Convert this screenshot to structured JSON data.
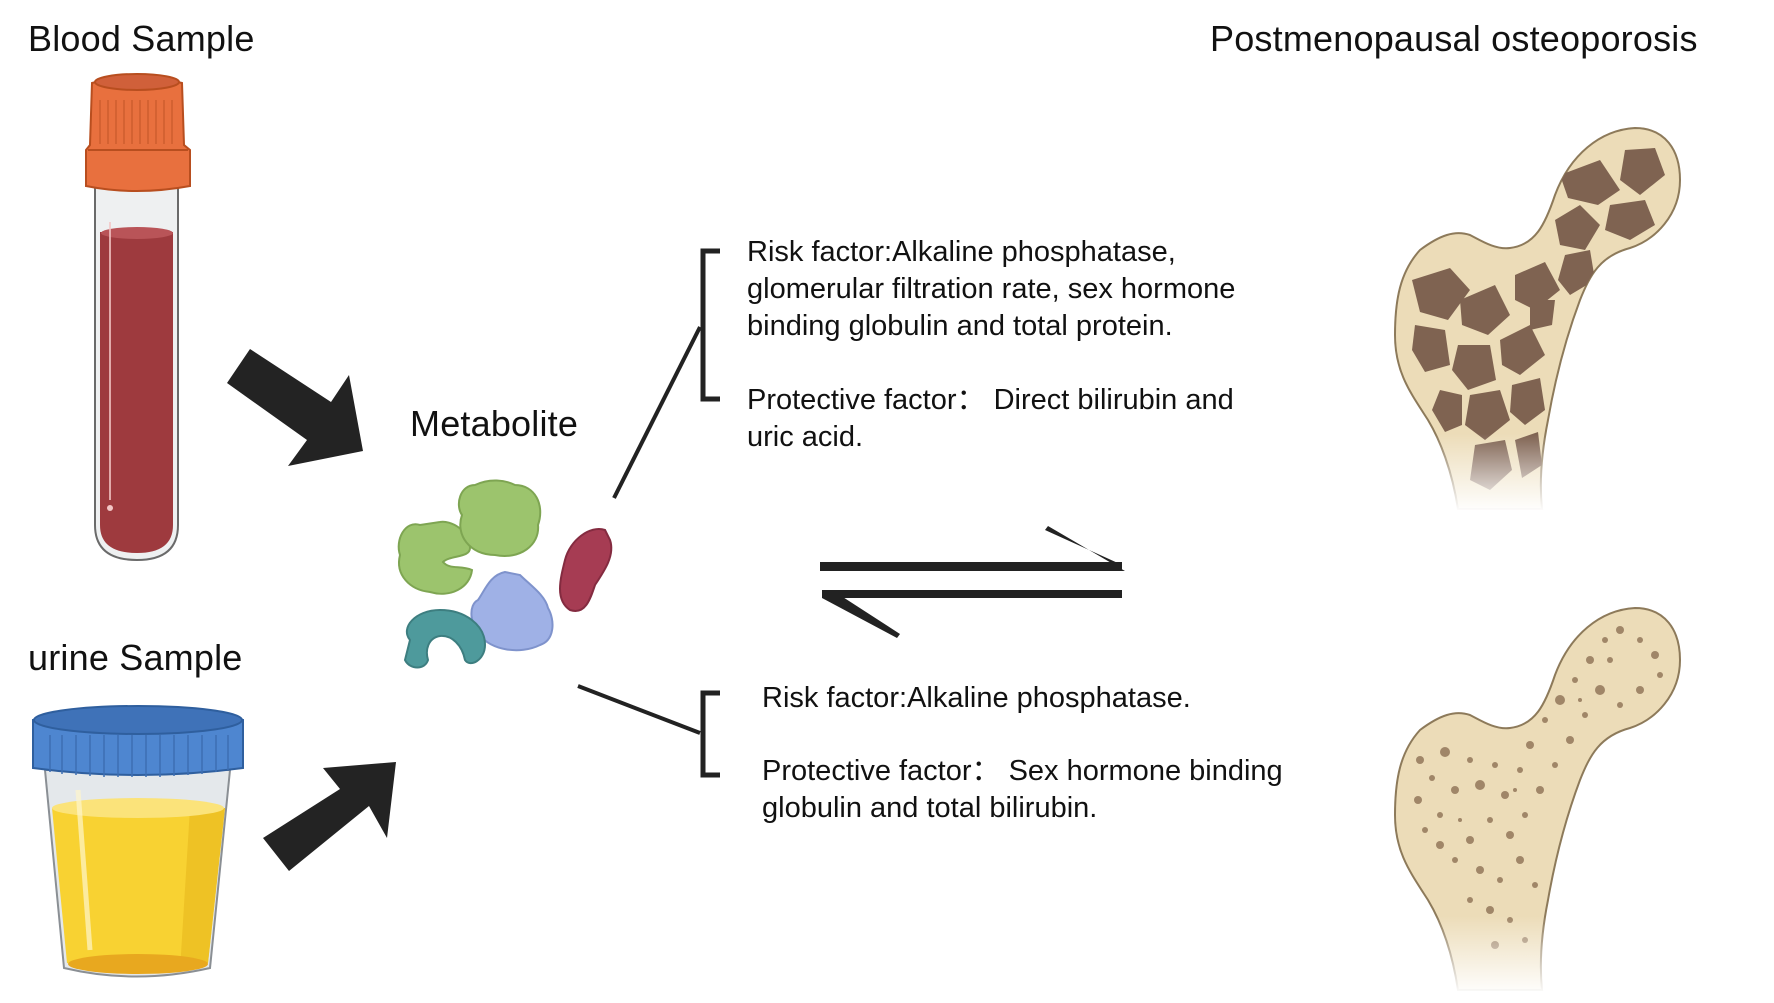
{
  "labels": {
    "blood_sample": "Blood Sample",
    "urine_sample": "urine Sample",
    "metabolite": "Metabolite",
    "outcome": "Postmenopausal osteoporosis"
  },
  "blood_findings": {
    "risk": "Risk factor:Alkaline phosphatase,\nglomerular filtration rate, sex hormone\nbinding globulin and total protein.",
    "protective": "Protective factor： Direct bilirubin and\nuric acid."
  },
  "urine_findings": {
    "risk": "Risk factor:Alkaline phosphatase.",
    "protective": "Protective factor： Sex hormone binding\nglobulin and total bilirubin."
  },
  "icons": {
    "blood_tube": "blood-collection-tube",
    "urine_cup": "urine-specimen-cup",
    "metabolite_cluster": "protein-metabolite-cluster",
    "bone_osteoporotic": "femur-osteoporotic",
    "bone_normal": "femur-normal",
    "equilibrium": "reversible-arrows"
  },
  "colors": {
    "blood": "#9e3a3e",
    "tube_cap": "#e8703e",
    "urine": "#f6cb2e",
    "cup_lid": "#4e86d0",
    "bone_cortex": "#ecdcb8",
    "bone_trabecular": "#806452",
    "arrow": "#222222"
  }
}
